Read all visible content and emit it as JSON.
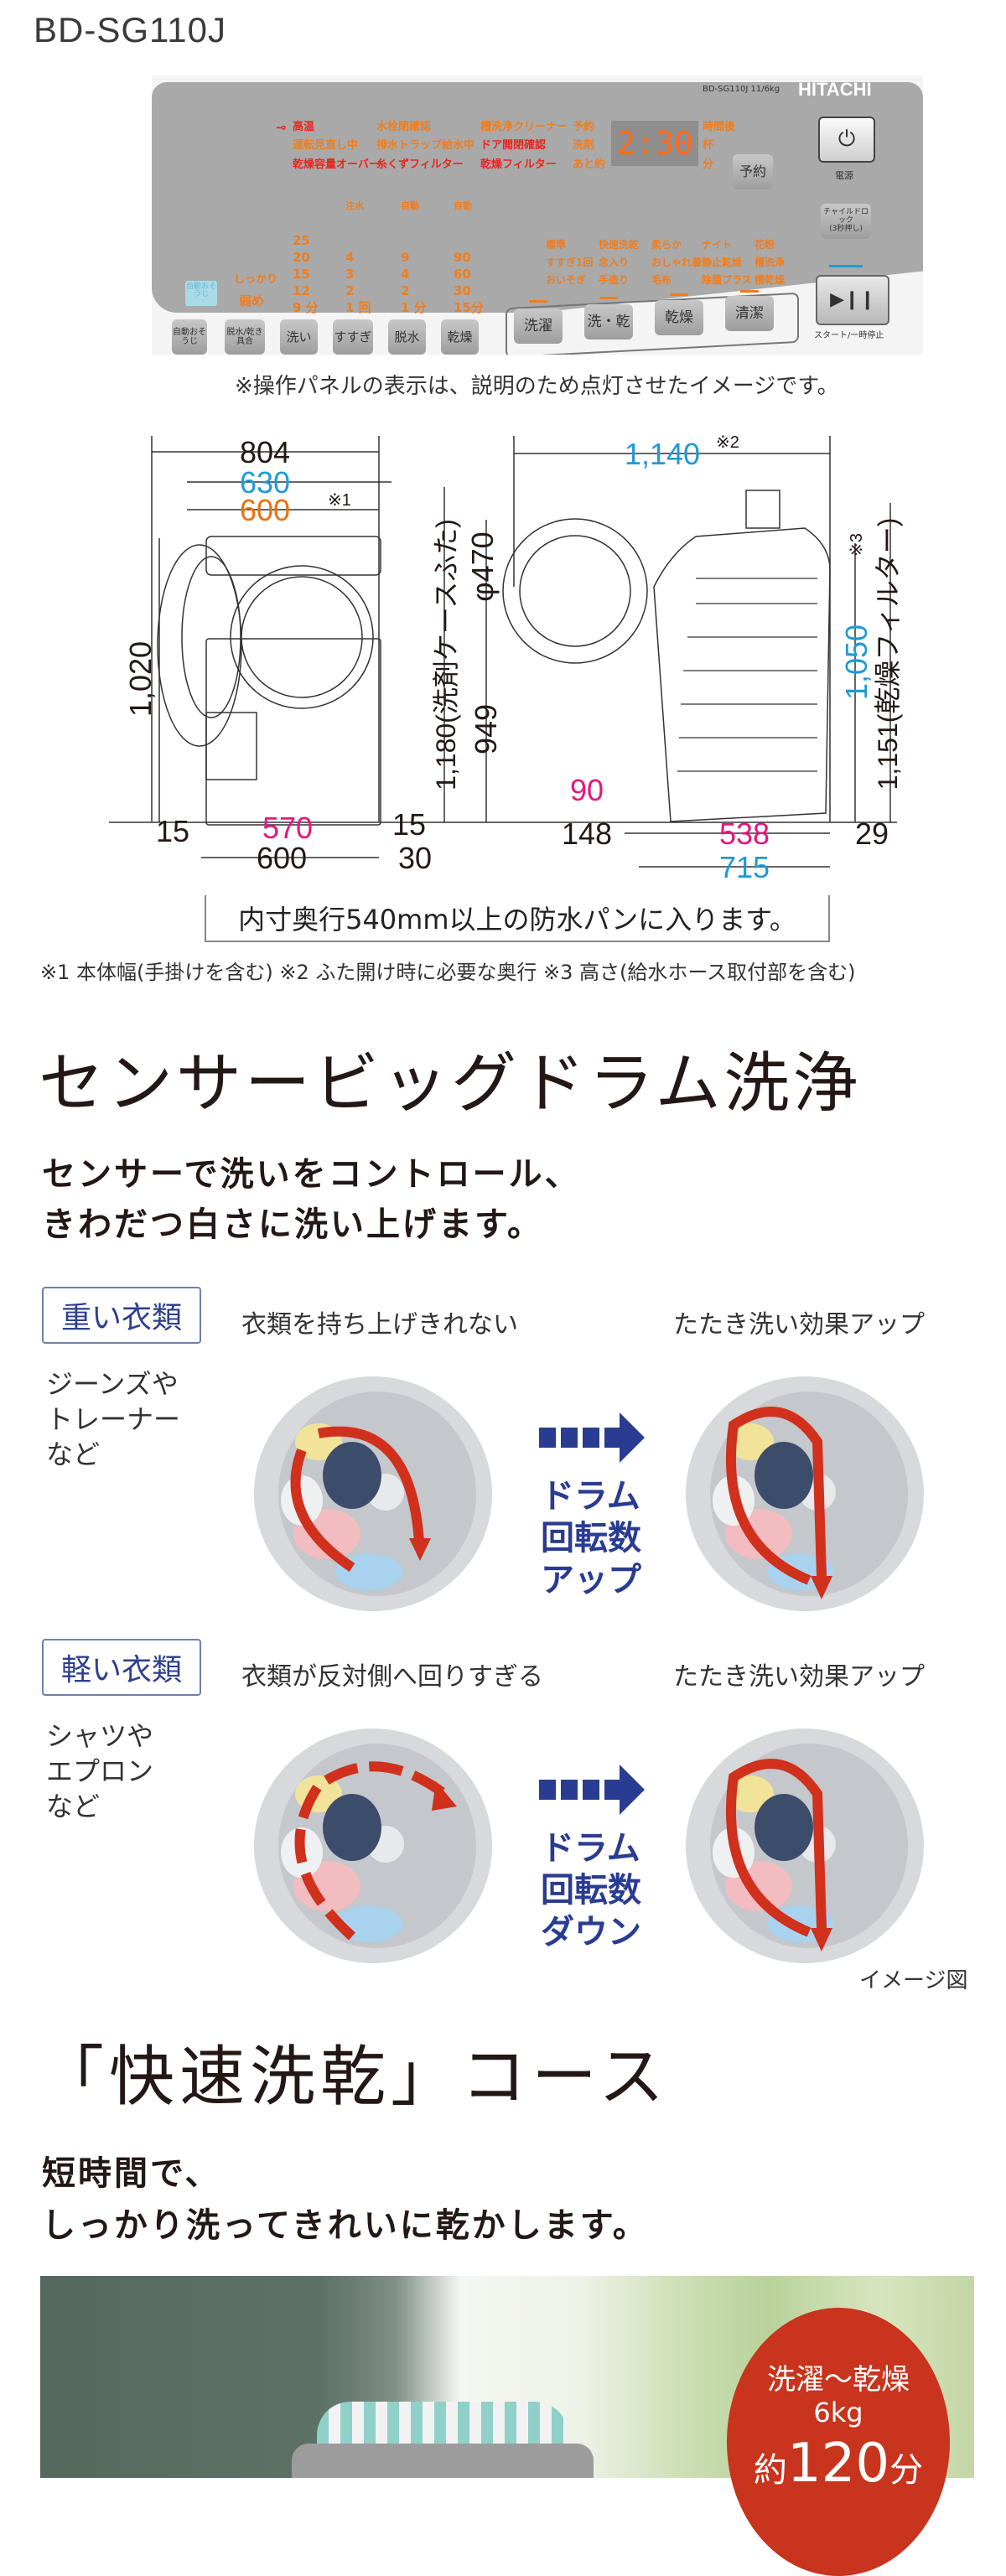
{
  "model_title": "BD-SG110J",
  "panel": {
    "brand": "HITACHI",
    "model_capacity": "BD-SG110J 11/6kg",
    "indicators_row1": [
      "高温",
      "水栓閉確認",
      "槽洗浄クリーナー",
      "予約"
    ],
    "indicators_row2": [
      "運転見直し中",
      "排水トラップ給水中",
      "ドア開閉確認",
      "洗剤"
    ],
    "indicators_row3": [
      "乾燥容量オーバー",
      "糸くずフィルター",
      "乾燥フィルター",
      "あと約"
    ],
    "display_value": "2:30",
    "display_units": [
      "時間後",
      "杯",
      "分"
    ],
    "reserve_button": "予約",
    "power_label": "電源",
    "child_lock": "チャイルドロック",
    "child_lock_sub": "(3秒押し)",
    "auto_clean": "自動おそうじ",
    "dry_strength": [
      "しっかり",
      "弱め"
    ],
    "option_columns": [
      {
        "head": "",
        "values": [
          "25",
          "20",
          "15",
          "12",
          "9 分"
        ]
      },
      {
        "head": "注水",
        "values": [
          "4",
          "3",
          "2",
          "1 回"
        ]
      },
      {
        "head": "自動",
        "values": [
          "9",
          "4",
          "2",
          "1 分"
        ]
      },
      {
        "head": "自動",
        "values": [
          "90",
          "60",
          "30",
          "15分"
        ]
      }
    ],
    "courses": [
      [
        "標準",
        "すすぎ1回",
        "おいそぎ"
      ],
      [
        "快速洗乾",
        "念入り",
        "手造り"
      ],
      [
        "柔らか",
        "おしゃれ着",
        "毛布"
      ],
      [
        "ナイト",
        "静止乾燥",
        "除菌プラス"
      ],
      [
        "花粉",
        "槽洗浄",
        "槽乾燥"
      ]
    ],
    "buttons": [
      "自動おそうじ",
      "脱水/乾き具合",
      "洗い",
      "すすぎ",
      "脱水",
      "乾燥"
    ],
    "course_buttons": [
      "洗濯",
      "洗・乾",
      "乾燥",
      "清潔"
    ],
    "start_label": "スタート/一時停止"
  },
  "panel_caption": "※操作パネルの表示は、説明のため点灯させたイメージです。",
  "dimensions": {
    "width_total": "804",
    "width_body": "630",
    "width_600": "600",
    "note1": "※1",
    "height_front": "1,020",
    "bottom_left": "15",
    "bottom_570": "570",
    "bottom_right": "15",
    "bottom_600": "600",
    "bottom_30": "30",
    "depth_open": "1,140",
    "note2": "※2",
    "height_lid": "1,180(洗剤ケースふた)",
    "door_diameter": "φ470",
    "door_height": "949",
    "height_90": "90",
    "height_1050": "1,050",
    "note3": "※3",
    "height_filter": "1,151(乾燥フィルター)",
    "depth_148": "148",
    "depth_538": "538",
    "depth_29": "29",
    "depth_715": "715",
    "pan_note": "内寸奥行540mm以上の防水パンに入ります。",
    "footnote": "※1 本体幅(手掛けを含む) ※2 ふた開け時に必要な奥行 ※3 高さ(給水ホース取付部を含む)"
  },
  "sensor": {
    "title": "センサービッグドラム洗浄",
    "sub1": "センサーで洗いをコントロール、",
    "sub2": "きわだつ白さに洗い上げます。",
    "rows": [
      {
        "tag": "重い衣類",
        "examples": [
          "ジーンズや",
          "トレーナー",
          "など"
        ],
        "before": "衣類を持ち上げきれない",
        "after": "たたき洗い効果アップ",
        "change": [
          "ドラム",
          "回転数",
          "アップ"
        ]
      },
      {
        "tag": "軽い衣類",
        "examples": [
          "シャツや",
          "エプロン",
          "など"
        ],
        "before": "衣類が反対側へ回りすぎる",
        "after": "たたき洗い効果アップ",
        "change": [
          "ドラム",
          "回転数",
          "ダウン"
        ]
      }
    ],
    "image_note": "イメージ図"
  },
  "quick": {
    "title": "「快速洗乾」コース",
    "sub1": "短時間で、",
    "sub2": "しっかり洗ってきれいに乾かします。",
    "badge_line1": "洗濯～乾燥",
    "badge_line2": "6kg",
    "badge_prefix": "約",
    "badge_value": "120",
    "badge_unit": "分"
  },
  "colors": {
    "blue_dim": "#1e9ad6",
    "pink_dim": "#e5177e",
    "orange_dim": "#e8720c",
    "accent_red": "#c8341d",
    "navy": "#2a3c92"
  }
}
